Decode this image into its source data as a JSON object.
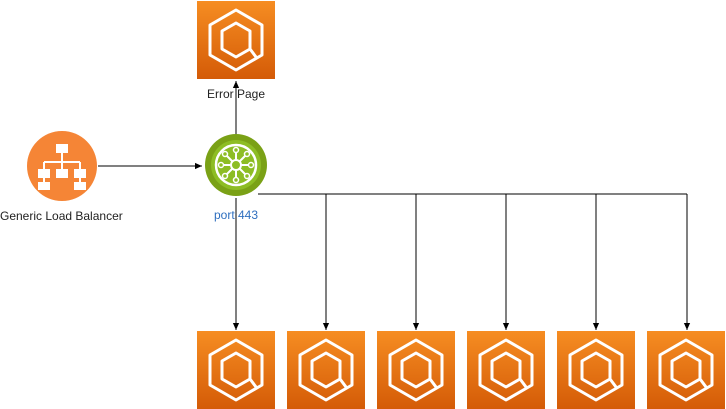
{
  "nodes": {
    "error_page": {
      "label": "Error Page",
      "icon": "ecs-container-icon"
    },
    "load_balancer": {
      "label": "Generic Load Balancer",
      "icon": "load-balancer-icon"
    },
    "hub": {
      "label": "port 443",
      "icon": "hub-icon"
    },
    "containers": [
      {
        "icon": "ecs-container-icon"
      },
      {
        "icon": "ecs-container-icon"
      },
      {
        "icon": "ecs-container-icon"
      },
      {
        "icon": "ecs-container-icon"
      },
      {
        "icon": "ecs-container-icon"
      },
      {
        "icon": "ecs-container-icon"
      }
    ]
  },
  "colors": {
    "service_gradient_top": "#f68d22",
    "service_gradient_bottom": "#d45b07",
    "lb_fill": "#f58536",
    "hub_outer": "#7aa116",
    "hub_inner": "#8dbd24",
    "label_text": "#222222",
    "port_label": "#2f6fbf",
    "connector": "#000000"
  }
}
